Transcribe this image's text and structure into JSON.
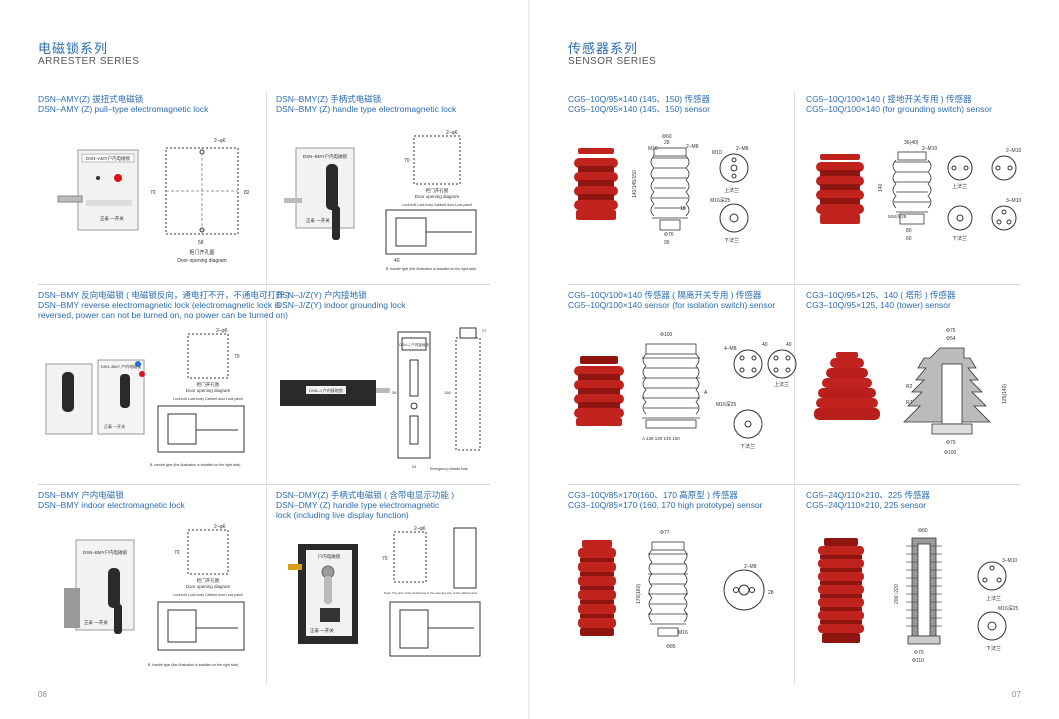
{
  "left_page": {
    "section": {
      "title_cn": "电磁锁系列",
      "title_en": "ARRESTER SERIES"
    },
    "page_number": "06",
    "products": [
      {
        "cn": "DSN–AMY(Z) 拔扭式电磁锁",
        "en": "DSN–AMY (Z) pull–type electromagnetic lock",
        "en2": "",
        "labels": {
          "model": "DSN–AMY户内电磁锁",
          "brand": "正泰 一开关",
          "caption_cn": "柜门开孔图",
          "caption_en": "Door opening diagram",
          "dim_a": "2–φ6",
          "dim_b": "70",
          "dim_c": "82",
          "dim_d": "58"
        }
      },
      {
        "cn": "DSN–BMY(Z) 手柄式电磁锁",
        "en": "DSN–BMY (Z) handle type electromagnetic lock",
        "en2": "",
        "labels": {
          "model": "DSN–BMY户内电磁锁",
          "brand": "正泰 一开关",
          "caption_cn": "柜门开孔图",
          "caption_en": "Door opening diagram",
          "note": "B. handle type (the illustration is installed on the right side)",
          "parts": "Lock bolt  Lock body  Cabinet door  Lock panel",
          "dim_a": "2–φ6",
          "dim_b": "70",
          "dim_c": "40"
        }
      },
      {
        "cn": "DSN–BMY 反向电磁锁 ( 电磁锁反向，通电打不开，不通电可打开 )",
        "en": "DSN–BMY reverse electromagnetic lock (electromagnetic lock is",
        "en2": "reversed, power can not be turned on, no power can be turned on)",
        "labels": {
          "model": "DSN–BMY 户内电磁锁",
          "brand": "正泰 一开关",
          "caption_cn": "柜门开孔图",
          "caption_en": "Door opening diagram",
          "note": "B. handle type (the illustration is installed on the right side)",
          "parts": "Lock bolt  Lock body  Cabinet door  Lock panel",
          "dim_a": "2–φ6",
          "dim_b": "70"
        }
      },
      {
        "cn": "DSN–J/Z(Y) 户内接地锁",
        "en": "DSN–J/Z(Y) indoor grounding lock",
        "en2": "",
        "labels": {
          "model": "DSN–J 户内接地锁",
          "brand": "正泰 一开关",
          "panel": "DSN–J 户内接地锁",
          "emergency": "Emergency release hole",
          "dim_a": "27",
          "dim_b": "158",
          "dim_c": "36",
          "dim_d": "24"
        }
      },
      {
        "cn": "DSN–BMY 户内电磁锁",
        "en": "DSN–BMY indoor electromagnetic lock",
        "en2": "",
        "labels": {
          "model": "DSN–BMY户内电磁锁",
          "brand": "正泰 一开关",
          "caption_cn": "柜门开孔图",
          "caption_en": "Door opening diagram",
          "note": "B. handle type (the illustration is installed on the right side)",
          "parts": "Lock bolt  Lock body  Cabinet door  Lock panel",
          "dim_a": "2–φ6",
          "dim_b": "70"
        }
      },
      {
        "cn": "DSN–DMY(Z) 手柄式电磁锁 ( 含带电显示功能 )",
        "en": "DSN–DMY (Z) handle type electromagnetic",
        "en2": "lock (including live display function)",
        "labels": {
          "model": "户内电磁锁",
          "brand": "正泰 一开关",
          "note": "Note: The size of the dotted line is the opening size of the cabinet door",
          "dim_a": "2–φ6",
          "dim_b": "70"
        }
      }
    ]
  },
  "right_page": {
    "section": {
      "title_cn": "传感器系列",
      "title_en": "SENSOR SERIES"
    },
    "page_number": "07",
    "products": [
      {
        "cn": "CG5–10Q/95×140 (145、150) 传感器",
        "en": "CG5–10Q/95×140 (145、150) sensor",
        "labels": {
          "d1": "Φ60",
          "d2": "2–M8",
          "d3": "M10",
          "d4": "2–M8",
          "d5": "M10",
          "d6": "M16深25",
          "d7": "Φ70",
          "d8": "95",
          "h": "140/145/150",
          "top": "上法兰",
          "bottom": "下法兰",
          "d9": "28",
          "d10": "18"
        }
      },
      {
        "cn": "CG5–10Q/100×140 ( 接地开关专用 ) 传感器",
        "en": "CG5–10Q/100×140 (for grounding switch) sensor",
        "labels": {
          "d1": "36(40)",
          "d2": "2–M10",
          "d3": "2–M10",
          "d4": "M16深25",
          "d5": "3–M10",
          "d6": "80",
          "d7": "60",
          "h": "140",
          "top": "上法兰",
          "bottom": "下法兰"
        }
      },
      {
        "cn": "CG5–10Q/100×140 传感器 ( 隔离开关专用 ) 传感器",
        "en": "CG5–10Q/100×140 sensor (for isolation switch) sensor",
        "labels": {
          "d1": "Φ100",
          "d2": "4–M8",
          "d3": "M16深25",
          "d4": "A",
          "d5": "A 136 140 145 150",
          "d6": "40",
          "d7": "40",
          "top": "上法兰",
          "bottom": "下法兰"
        }
      },
      {
        "cn": "CG3–10Q/95×125、140 ( 塔形 ) 传感器",
        "en": "CG3–10Q/95×125, 140 (tower) sensor",
        "labels": {
          "d1": "Φ75",
          "d2": "Φ54",
          "d3": "R2",
          "d4": "R7",
          "d5": "125(140)",
          "d6": "Φ70",
          "d7": "Φ100"
        }
      },
      {
        "cn": "CG3–10Q/85×170(160、170 高原型 ) 传感器",
        "en": "CG3–10Q/85×170 (160, 170 high prototype) sensor",
        "labels": {
          "d1": "Φ77",
          "d2": "2–M8",
          "d3": "170(160)",
          "d4": "M16",
          "d5": "Φ85",
          "d6": "28"
        }
      },
      {
        "cn": "CG5–24Q/110×210、225 传感器",
        "en": "CG5–24Q/110×210, 225 sensor",
        "labels": {
          "d1": "Φ60",
          "d2": "3–M10",
          "d3": "206~220",
          "d4": "M16深25",
          "d5": "Φ70",
          "d6": "Φ110",
          "top": "上法兰",
          "bottom": "下法兰"
        }
      }
    ]
  },
  "colors": {
    "accent": "#2b6cb0",
    "insulator": "#c0231e",
    "insulator_dark": "#8e1510",
    "lock_body": "#2a2a2a"
  }
}
